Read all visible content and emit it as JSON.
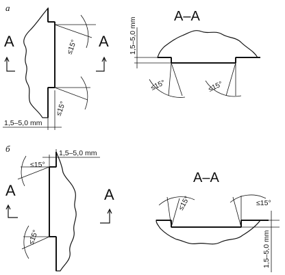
{
  "panel_a": {
    "label": "а",
    "view_mark_left": "A",
    "view_mark_right": "A",
    "section_title": "A–A",
    "gap_dim": "1,5–5,0 mm",
    "angle_top": "≤15°",
    "angle_bottom": "≤15°",
    "section_gap_dim": "1,5–5,0 mm",
    "section_angle_left": "≤15°",
    "section_angle_right": "≤15°"
  },
  "panel_b": {
    "label": "б",
    "view_mark_left": "A",
    "view_mark_right": "A",
    "section_title": "A–A",
    "gap_dim": "1,5–5,0 mm",
    "angle_top": "≤15°",
    "angle_bottom": "≤15°",
    "section_gap_dim": "1,5–5,0 mm",
    "section_angle_left": "≤15°",
    "section_angle_right": "≤15°"
  }
}
